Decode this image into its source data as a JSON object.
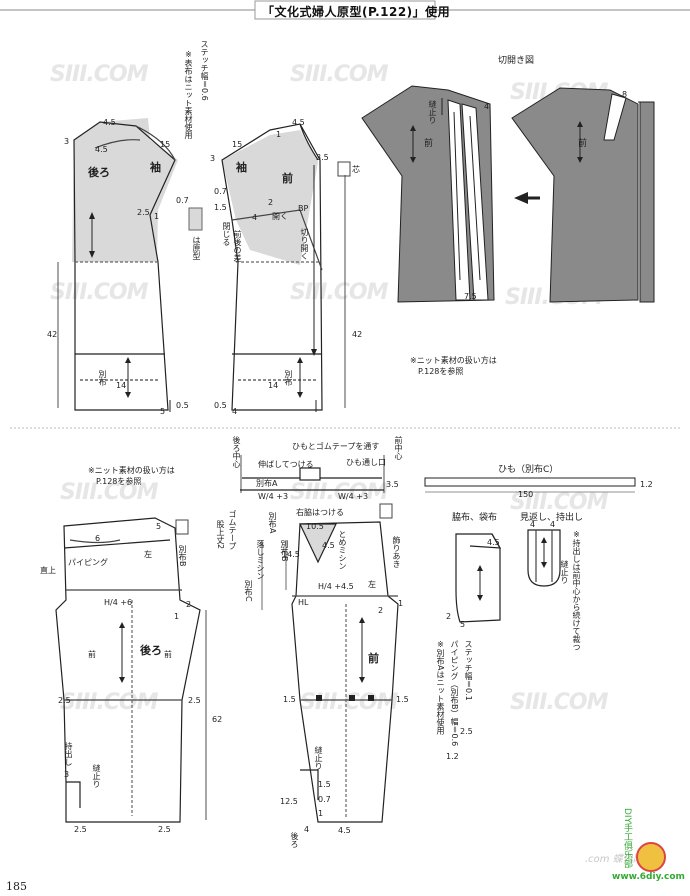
{
  "header": {
    "title": "「文化式婦人原型(P.122)」使用"
  },
  "page_number": "185",
  "top_left": {
    "note_stitch": "ステッチ幅＝0.6",
    "note_fabric": "※表布はニット素材使用",
    "label_back": "後ろ",
    "label_sleeve_back": "袖",
    "label_sleeve_front": "袖",
    "label_front": "前",
    "label_bp": "BP",
    "label_open": "開く",
    "label_close": "閉じる",
    "label_cut_open": "切り開く",
    "label_diff": "前後の差",
    "label_genkei": "は原型",
    "label_betsununo": "別布",
    "label_shin": "芯",
    "nums": [
      "4.5",
      "4.5",
      "3",
      "15",
      "0.7",
      "2.5",
      "1",
      "42",
      "14",
      "5",
      "0.5",
      "4.5",
      "1",
      "15",
      "3",
      "3.5",
      "0.7",
      "1.5",
      "4",
      "42",
      "14",
      "4",
      "0.5",
      "2"
    ]
  },
  "top_right": {
    "title": "切開き図",
    "label_nuidomari": "縫止り",
    "label_front": "前",
    "label_front2": "前",
    "nums": [
      "4",
      "8",
      "7.5"
    ],
    "note_knit": "※ニット素材の扱い方は",
    "note_ref": "P.128を参照"
  },
  "bottom_left": {
    "note_knit": "※ニット素材の扱い方は",
    "note_ref": "P.128を参照",
    "label_back": "後ろ",
    "label_front": "前",
    "label_front2": "前",
    "label_piping": "パイピング",
    "label_left": "左",
    "label_betsu_b": "別布B",
    "label_straight": "直上",
    "label_hip": "H/4 +6",
    "label_mochidashi": "持出し",
    "label_nuidomari": "縫止り",
    "nums": [
      "6",
      "5",
      "2",
      "1",
      "2.5",
      "2.5",
      "62",
      "3",
      "2.5",
      "2.5"
    ]
  },
  "bottom_mid": {
    "label_back_center": "後ろ中心",
    "label_himo_tape": "ひもとゴムテープを通す",
    "label_stretch": "伸ばしてつける",
    "label_himo_kuchi": "ひも通し口",
    "label_front_center": "前中心",
    "label_betsu_a": "別布A",
    "label_w4_3": "W/4 +3",
    "label_w4_3b": "W/4 +3",
    "label_migiwaki": "右脇はつける",
    "label_gomu": "ゴムテープ",
    "label_nuishiro": "股上丈2",
    "label_betsu_c": "別布C",
    "label_otoshi": "落しミシン",
    "label_betsu_a2": "別布A",
    "label_betsu_b2": "別布B",
    "label_tome": "とめミシン",
    "label_kazari": "飾りあき",
    "label_left": "左",
    "label_hl": "HL",
    "label_h4": "H/4 +4.5",
    "label_front": "前",
    "label_nuidomari": "縫止り",
    "label_back2": "後ろ",
    "nums": [
      "3.5",
      "10.5",
      "4.5",
      "14.5",
      "1.5",
      "1.5",
      "12.5",
      "0.7",
      "1.5",
      "1",
      "4",
      "4.5",
      "2",
      "1"
    ]
  },
  "bottom_right": {
    "label_himo_c": "ひも（別布C）",
    "num_150": "150",
    "num_12": "1.2",
    "label_wakinuno": "脇布、袋布",
    "label_mikaeshi": "見返し、持出し",
    "label_note_mochidashi": "※持出しは前中心から続けて裁つ",
    "label_nuidomari": "縫止り",
    "label_stitch": "ステッチ幅＝0.1",
    "label_piping_b": "パイピング（別布B）幅＝0.6",
    "label_twopoint5": "2.5",
    "label_betsu_a_note": "※別布Aはニット素材使用",
    "label_12": "1.2",
    "nums": [
      "4.5",
      "2",
      "5",
      "4",
      "4"
    ]
  },
  "watermark": {
    "text": "SIII.COM",
    "site": "www.6diy.com",
    "club": "DIY手工俱乐部",
    "butterfly": ".com 蝶讯网"
  }
}
